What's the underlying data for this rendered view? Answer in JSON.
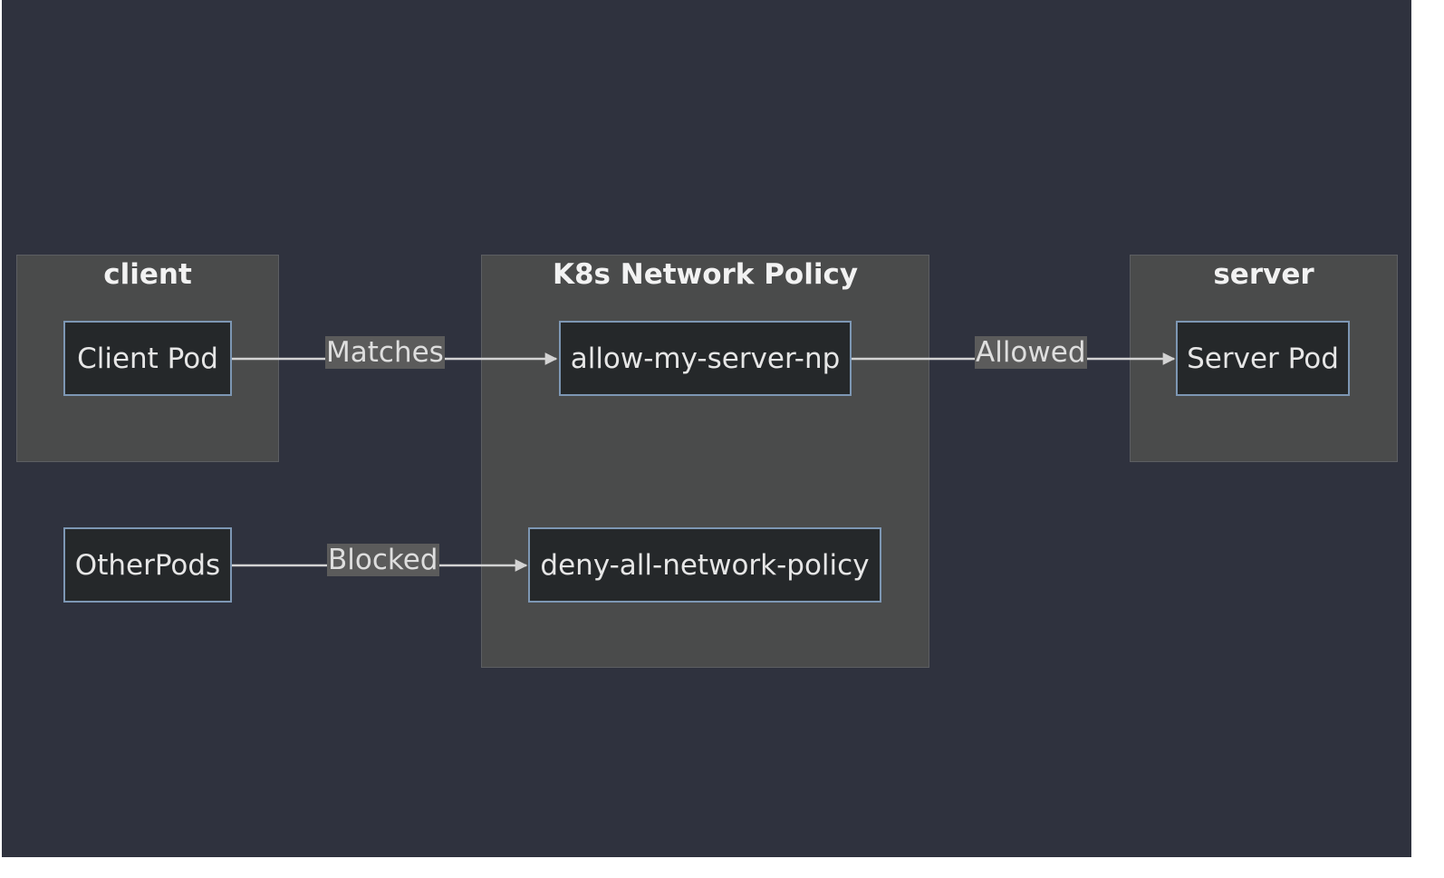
{
  "groups": {
    "client": {
      "title": "client"
    },
    "policy": {
      "title": "K8s Network Policy"
    },
    "server": {
      "title": "server"
    }
  },
  "nodes": {
    "client_pod": "Client Pod",
    "other_pods": "OtherPods",
    "allow_np": "allow-my-server-np",
    "deny_np": "deny-all-network-policy",
    "server_pod": "Server Pod"
  },
  "edges": {
    "matches": "Matches",
    "blocked": "Blocked",
    "allowed": "Allowed"
  },
  "colors": {
    "background": "#2f323e",
    "group_fill": "#4a4b4b",
    "node_fill": "#25282a",
    "node_border": "#7d97b4",
    "edge": "#d3d3d3"
  }
}
